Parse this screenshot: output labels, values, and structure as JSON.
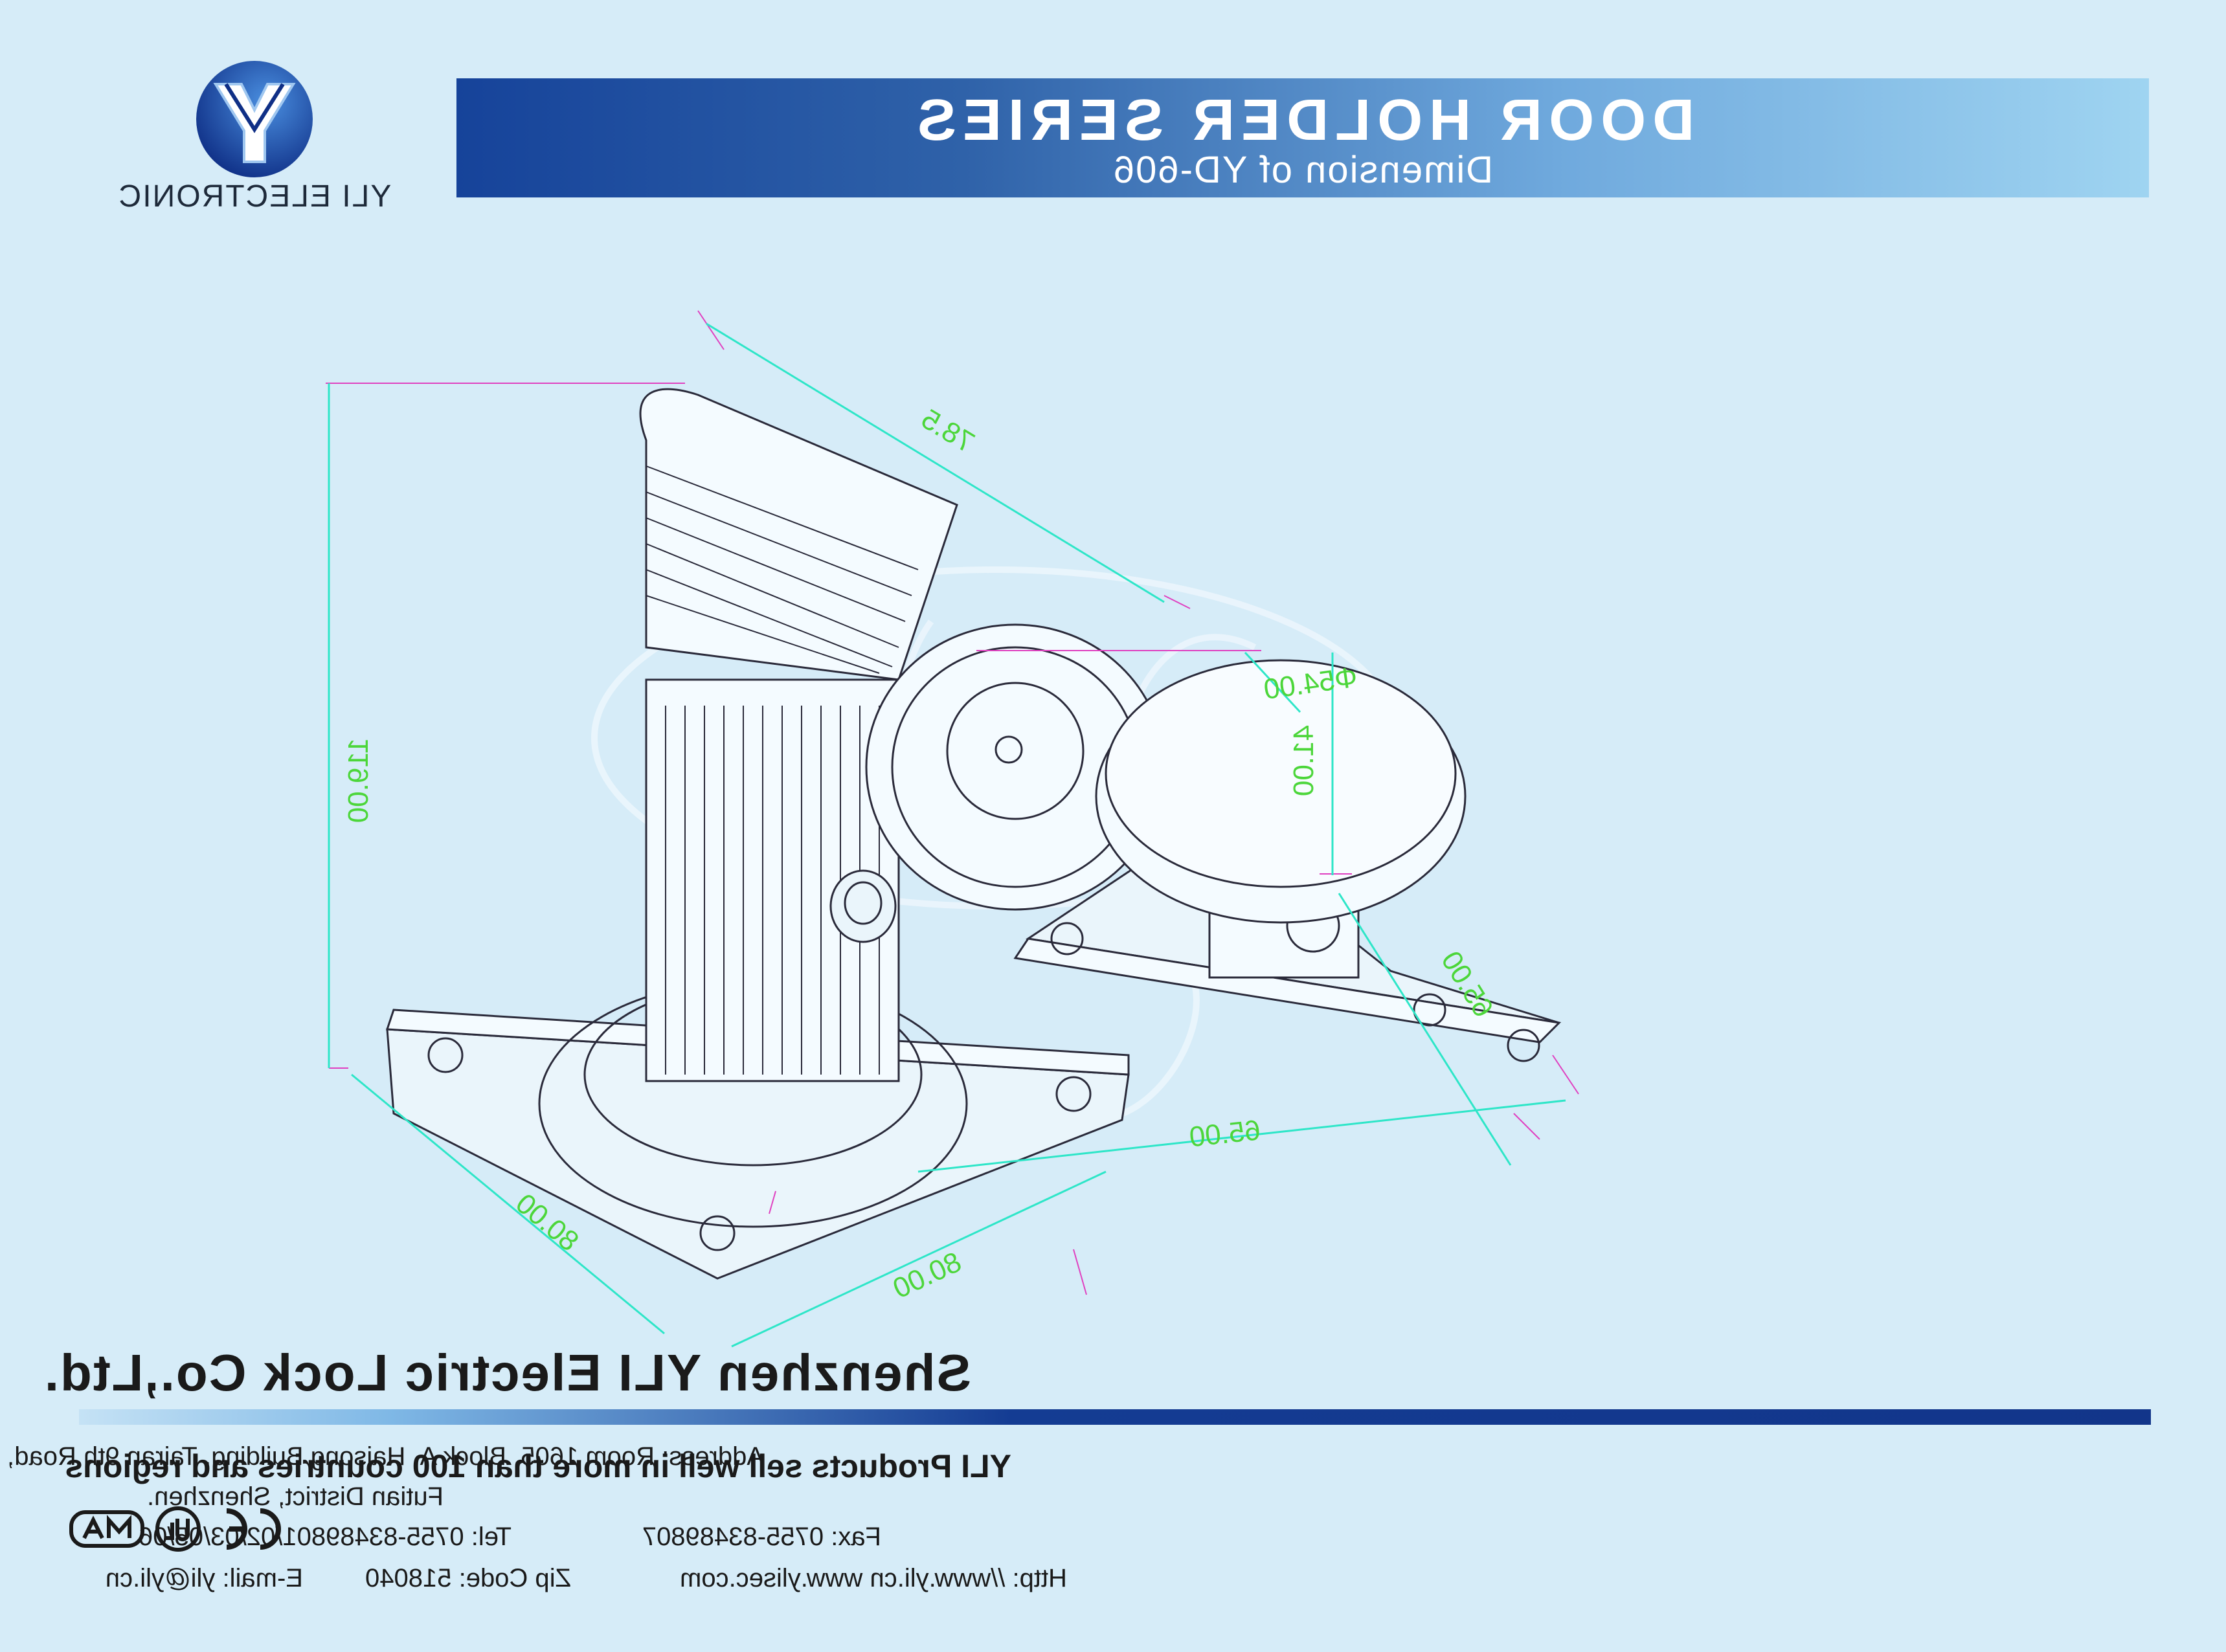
{
  "banner": {
    "title": "DOOR HOLDER SERIES",
    "subtitle": "Dimension of YD-606"
  },
  "logo": {
    "icon": "yli-y-logo-icon",
    "name": "YLI ELECTRONIC"
  },
  "dimensions": {
    "holder_length": "78.5",
    "holder_height": "119.00",
    "holder_base_left": "80.00",
    "holder_base_right": "80.00",
    "plate_diameter": "Φ54.00",
    "plate_height": "41.00",
    "plate_base_left": "65.00",
    "plate_base_right": "65.00"
  },
  "footer": {
    "company": "Shenzhen YLI Electric Lock Co.,Ltd.",
    "address_line1": "Address: Room 1605, Block A, Haisong Building, Tairan 9th Road,",
    "address_line2": "Futian District, Shenzhen.",
    "tel": "Tel: 0755-83489801/02/03/05/06",
    "fax": "Fax: 0755-83489807",
    "email": "E-mail: yli@yli.cn",
    "zip": "Zip Code: 518040",
    "http": "Http: //www.yli.cn   www.ylisec.com",
    "tagline": "YLI Products sell well in more than 100 countries and regions",
    "certs": [
      "CE",
      "UL",
      "MA"
    ]
  },
  "colors": {
    "background": "#d6ecf8",
    "banner_dark": "#16439a",
    "banner_light": "#9fd4f1",
    "dimension_line": "#2ee6c8",
    "dimension_text": "#4cd63a",
    "extension_line": "#e040c0"
  }
}
